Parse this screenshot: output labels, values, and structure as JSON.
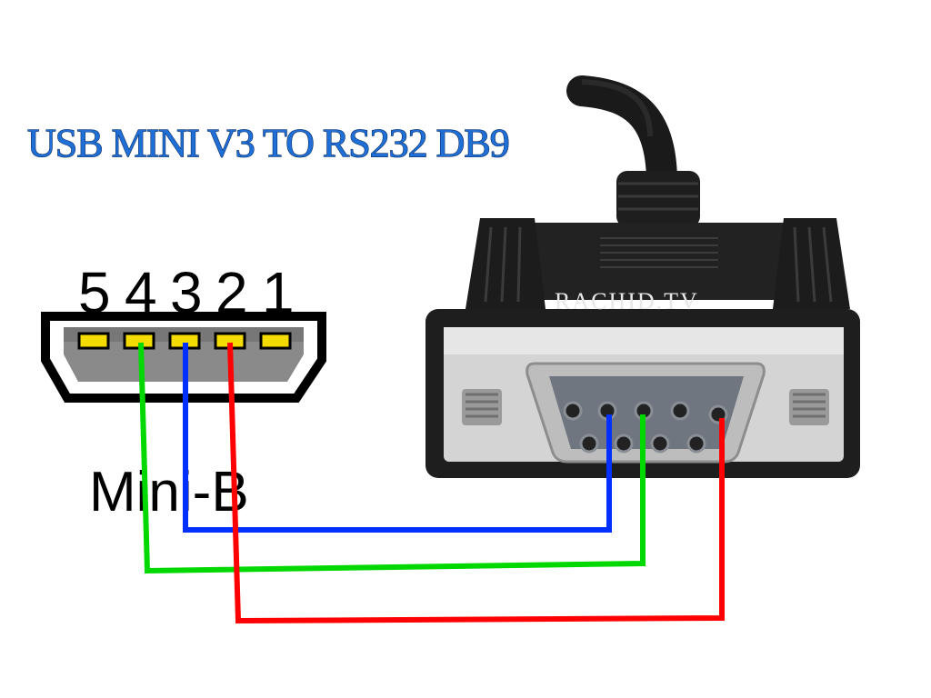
{
  "title": "USB MINI V3 TO RS232 DB9",
  "mini_b": {
    "label": "Mini-B",
    "pin_numbers": [
      "5",
      "4",
      "3",
      "2",
      "1"
    ]
  },
  "watermark": "RACHID.TV",
  "wires": [
    {
      "color": "#00d800",
      "usb_pin": "4",
      "db9_pin": "3"
    },
    {
      "color": "#0030ff",
      "usb_pin": "3",
      "db9_pin": "2"
    },
    {
      "color": "#ff0000",
      "usb_pin": "2",
      "db9_pin": "5"
    }
  ],
  "colors": {
    "title": "#1f6fd6",
    "pin_pad": "#f5dc00"
  }
}
